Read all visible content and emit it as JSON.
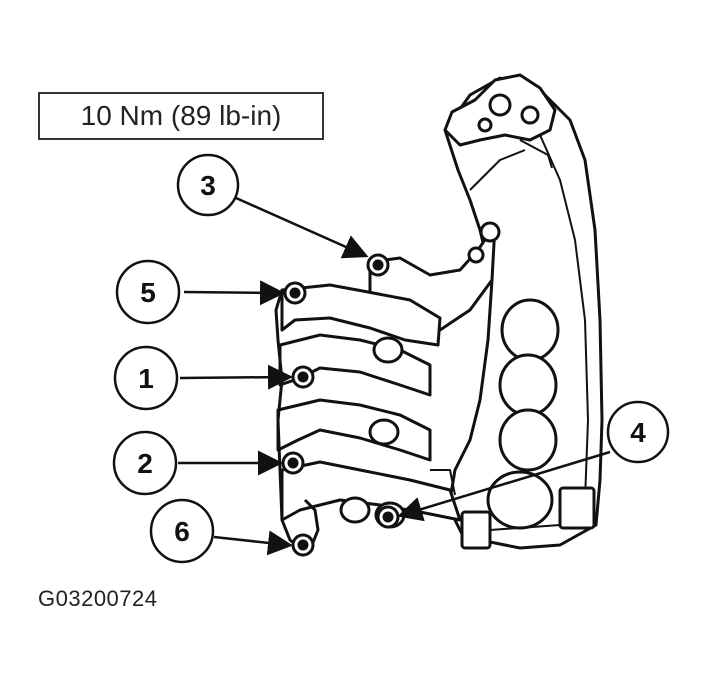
{
  "torque_spec": "10 Nm (89 lb-in)",
  "figure_id": "G03200724",
  "callouts": [
    "1",
    "2",
    "3",
    "4",
    "5",
    "6"
  ]
}
